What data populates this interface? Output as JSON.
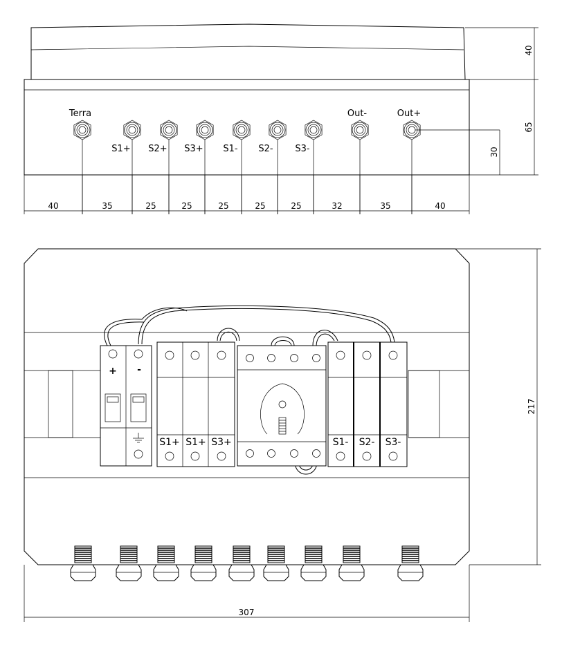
{
  "front_view": {
    "gland_labels": [
      "Terra",
      "S1+",
      "S2+",
      "S3+",
      "S1-",
      "S2-",
      "S3-",
      "Out-",
      "Out+"
    ],
    "bottom_dimensions": [
      "40",
      "35",
      "25",
      "25",
      "25",
      "25",
      "25",
      "32",
      "35",
      "40"
    ],
    "height_lid": "40",
    "height_body": "65",
    "height_gland": "30"
  },
  "plan_view": {
    "terminal_top_signs": [
      "+",
      "-"
    ],
    "breaker_ground_icon": "ground-icon",
    "fuse_labels_left": [
      "S1+",
      "S1+",
      "S3+"
    ],
    "fuse_labels_right": [
      "S1-",
      "S2-",
      "S3-"
    ],
    "height_dimension": "217",
    "width_dimension": "307"
  }
}
